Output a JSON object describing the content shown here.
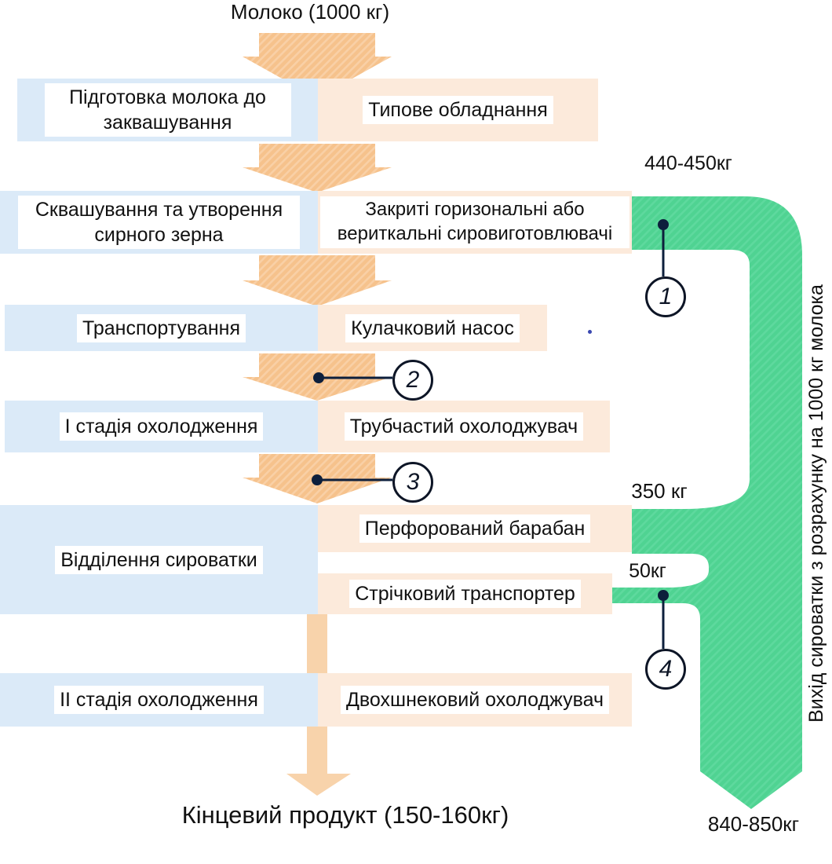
{
  "title": "Молоко (1000 кг)",
  "rows": [
    {
      "stage": "Підготовка молока до заквашування",
      "equipment": "Типове обладнання"
    },
    {
      "stage": "Сквашування та утворення сирного зерна",
      "equipment": "Закриті горизональні або вериткальні сировиготовлювачі"
    },
    {
      "stage": "Транспортування",
      "equipment": "Кулачковий насос"
    },
    {
      "stage": "І стадія охолодження",
      "equipment": "Трубчастий охолоджувач"
    },
    {
      "stage": "Відділення сироватки",
      "equipment": "Перфорований барабан",
      "equipment2": "Стрічковий транспортер"
    },
    {
      "stage": "ІІ стадія охолодження",
      "equipment": "Двохшнековий охолоджувач"
    }
  ],
  "flows": {
    "whey_curd_stage": "440-450кг",
    "whey_drum": "350 кг",
    "whey_belt": "50кг",
    "whey_total": "840-850кг",
    "axis_label": "Вихід сироватки з розрахунку на 1000 кг молока"
  },
  "markers": {
    "m1": "1",
    "m2": "2",
    "m3": "3",
    "m4": "4"
  },
  "final_product": "Кінцевий продукт (150-160кг)",
  "colors": {
    "stage_box": "#dbeaf8",
    "equipment_box": "#fceadb",
    "arrow": "#f6c28c",
    "whey_flow": "#4fd392",
    "line": "#0d1f3c"
  }
}
